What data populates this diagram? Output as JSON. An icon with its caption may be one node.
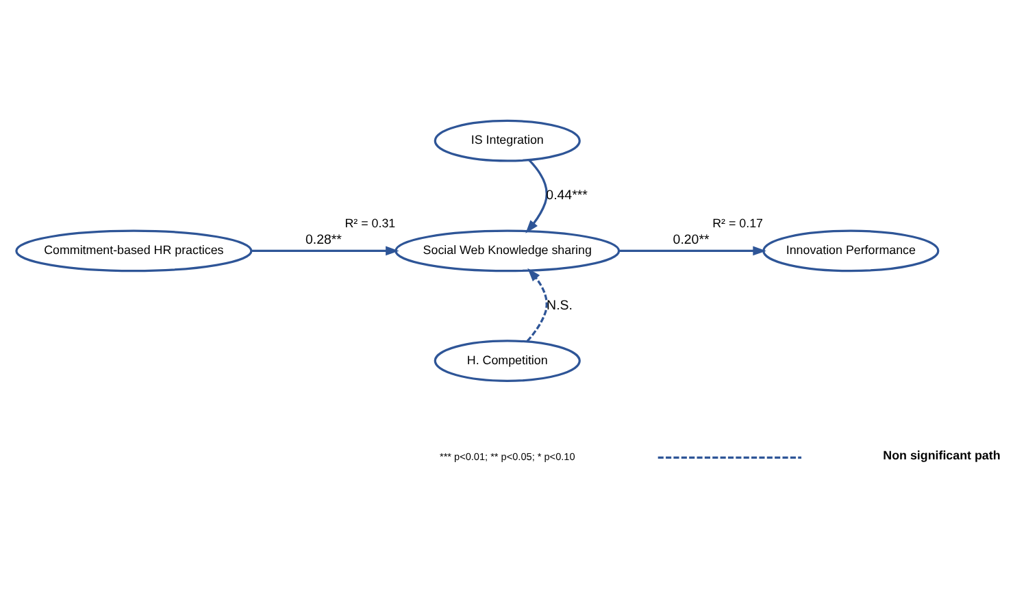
{
  "diagram": {
    "nodes": [
      {
        "text": [
          "IS Integration"
        ]
      },
      {
        "text": [
          "Commitment-based HR practices"
        ]
      },
      {
        "text": [
          "Social Web Knowledge sharing"
        ],
        "beside": [
          "R² = 0.31"
        ]
      },
      {
        "text": [
          "Innovation Performance"
        ],
        "beside": [
          "R² = 0.17"
        ]
      },
      {
        "text": [
          "H. Competition"
        ]
      }
    ],
    "edges": [
      {
        "from": 0,
        "to": 2,
        "arrow": "to",
        "label": "0.44***"
      },
      {
        "from": 1,
        "to": 2,
        "arrow": "to",
        "label": "0.28**"
      },
      {
        "from": 2,
        "to": 3,
        "arrow": "to",
        "label": "0.20**"
      },
      {
        "from": 4,
        "to": 2,
        "arrow": "to",
        "label": "N.S.",
        "style": "dashed"
      }
    ],
    "labels": [
      "*** p<0.01; ** p<0.05; * p<0.10"
    ],
    "legend": [
      {
        "text": "Non significant path"
      }
    ]
  }
}
